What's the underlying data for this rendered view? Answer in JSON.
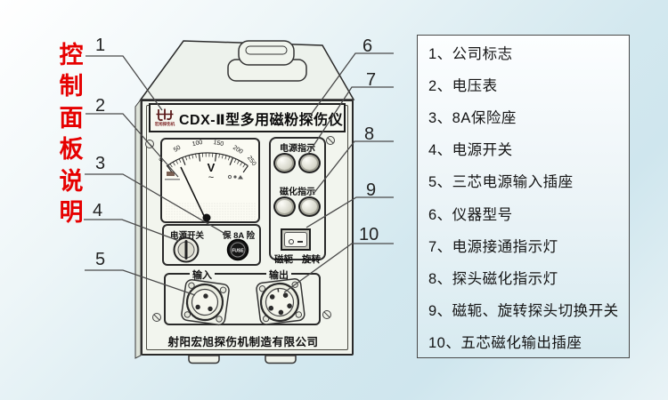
{
  "heading": {
    "chars": [
      "控",
      "制",
      "面",
      "板",
      "说",
      "明"
    ],
    "color": "#e60000"
  },
  "callouts": {
    "left": [
      "1",
      "2",
      "3",
      "4",
      "5"
    ],
    "right": [
      "6",
      "7",
      "8",
      "9",
      "10"
    ]
  },
  "device": {
    "title": "CDX-Ⅱ型多用磁粉探伤仪",
    "logo_sub_text": "宏旭探伤机",
    "meter": {
      "scale": [
        "0",
        "50",
        "100",
        "150",
        "200",
        "250"
      ],
      "unit": "V",
      "wave": "~"
    },
    "labels": {
      "power_indicator": "电源指示",
      "mag_indicator": "磁化指示",
      "yoke": "磁轭",
      "rotate": "旋转",
      "power_switch": "电源开关",
      "fuse": "保 8A 险",
      "fuse_cap": "FUSE",
      "input": "输入",
      "output": "输出"
    },
    "company": "射阳宏旭探伤机制造有限公司"
  },
  "legend": {
    "items": [
      "1、公司标志",
      "2、电压表",
      "3、8A保险座",
      "4、电源开关",
      "5、三芯电源输入插座",
      "6、仪器型号",
      "7、电源接通指示灯",
      "8、探头磁化指示灯",
      "9、磁轭、旋转探头切换开关",
      "10、五芯磁化输出插座"
    ]
  }
}
